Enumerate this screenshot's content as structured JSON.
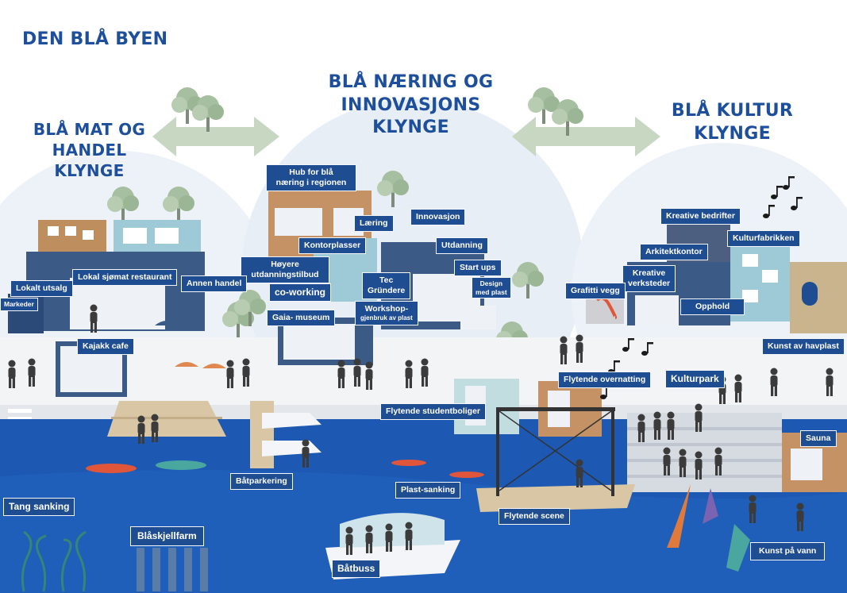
{
  "main_title": "DEN BLÅ BYEN",
  "clusters": {
    "mat": {
      "line1": "BLÅ MAT OG",
      "line2": "HANDEL KLYNGE"
    },
    "naering": {
      "line1": "BLÅ NÆRING OG",
      "line2": "INNOVASJONS KLYNGE"
    },
    "kultur": {
      "line1": "BLÅ KULTUR",
      "line2": "KLYNGE"
    }
  },
  "labels": {
    "hub_line1": "Hub for blå",
    "hub_line2": "næring i regionen",
    "laering": "Læring",
    "innovasjon": "Innovasjon",
    "kontorplasser": "Kontorplasser",
    "utdanning": "Utdanning",
    "hoyere_line1": "Høyere",
    "hoyere_line2": "utdanningstilbud",
    "start_ups": "Start ups",
    "tec_line1": "Tec",
    "tec_line2": "Gründere",
    "design_line1": "Design",
    "design_line2": "med plast",
    "co_working": "co-working",
    "workshop_line1": "Workshop-",
    "workshop_line2": "gjenbruk av plast",
    "gaia": "Gaia- museum",
    "lokalt_utsalg": "Lokalt utsalg",
    "lokal_sjomat": "Lokal sjømat restaurant",
    "annen_handel": "Annen handel",
    "markeder": "Markeder",
    "kajakk": "Kajakk cafe",
    "kreative_bedrifter": "Kreative bedrifter",
    "kulturfabrikken": "Kulturfabrikken",
    "arkitektkontor": "Arkitektkontor",
    "kreative_verksteder_line1": "Kreative",
    "kreative_verksteder_line2": "verksteder",
    "grafitti": "Grafitti vegg",
    "opphold": "Opphold",
    "kunst_havplast": "Kunst av havplast",
    "kulturpark": "Kulturpark",
    "flytende_overnatting": "Flytende overnatting",
    "flytende_studentboliger": "Flytende studentboliger",
    "sauna": "Sauna",
    "tang": "Tang sanking",
    "blaskjell": "Blåskjellfarm",
    "batparkering": "Båtparkering",
    "plast_sanking": "Plast-sanking",
    "flytende_scene": "Flytende scene",
    "batbuss": "Båtbuss",
    "kunst_vann": "Kunst på vann"
  },
  "colors": {
    "title_blue": "#1e4f9c",
    "tag_blue": "#1f4d92",
    "water_blue": "#1d58b3",
    "arrow_green": "#c7d7c1",
    "sky_circle": "#e8eef6",
    "tree_green": "#a6bfa0"
  },
  "icons": [
    "double-arrow-icon",
    "tree-icon",
    "music-note-icon",
    "person-icon",
    "boat-icon",
    "kayak-icon",
    "stage-icon",
    "sculpture-icon"
  ]
}
